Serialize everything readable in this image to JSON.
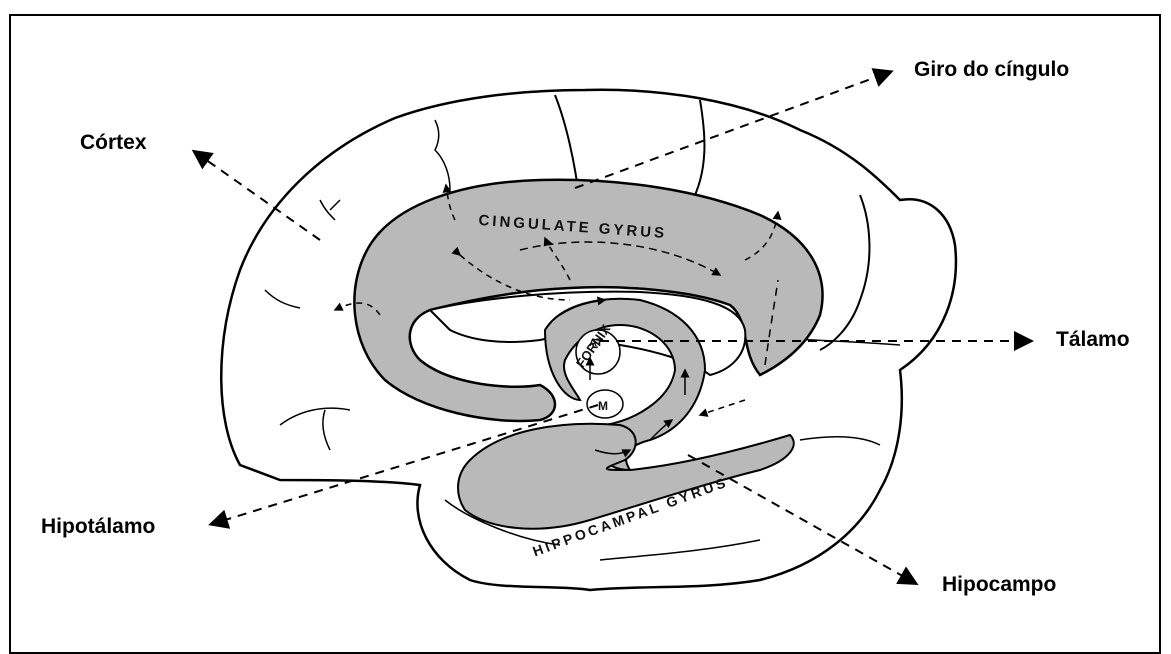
{
  "callouts": {
    "cortex": "Córtex",
    "cingulate": "Giro do cíngulo",
    "thalamus": "Tálamo",
    "hypothalamus": "Hipotálamo",
    "hippocampus": "Hipocampo"
  },
  "anatomy": {
    "cingulate_gyrus": "CINGULATE GYRUS",
    "fornix": "FORNIX",
    "anterior_thalamus": "AT",
    "mammillary": "M",
    "hippocampal_gyrus": "HIPPOCAMPAL GYRUS"
  },
  "colors": {
    "ink": "#000000",
    "shade": "#b9b9b9",
    "background": "#ffffff"
  }
}
